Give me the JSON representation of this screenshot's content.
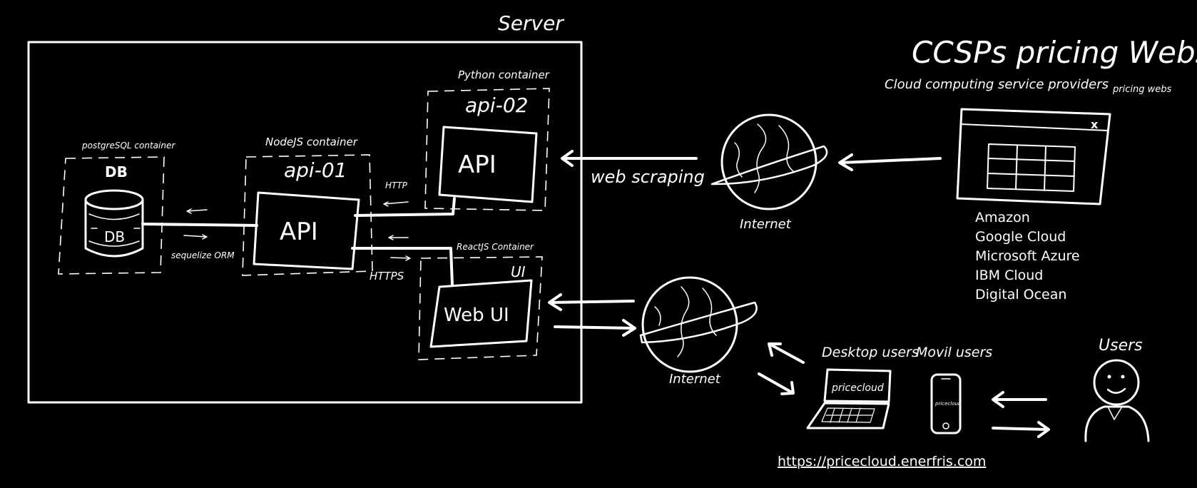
{
  "server": {
    "title": "Server"
  },
  "containers": {
    "db": {
      "caption": "postgreSQL container",
      "name": "DB",
      "inner": "DB"
    },
    "api01": {
      "caption": "NodeJS  container",
      "name": "api-01",
      "inner": "API"
    },
    "api02": {
      "caption": "Python container",
      "name": "api-02",
      "inner": "API"
    },
    "ui": {
      "caption": "ReactJS Container",
      "name": "UI",
      "inner": "Web UI"
    }
  },
  "links": {
    "orm": "sequelize ORM",
    "http": "HTTP",
    "https": "HTTPS",
    "scraping": "web scraping"
  },
  "internet": {
    "top": "Internet",
    "bottom": "Internet"
  },
  "ccsp": {
    "title": "CCSPs pricing Webs",
    "subtitle": "Cloud computing service providers",
    "subtitle_end": "pricing webs",
    "close_icon": "x",
    "providers": [
      "Amazon",
      "Google Cloud",
      "Microsoft Azure",
      "IBM Cloud",
      "Digital Ocean"
    ]
  },
  "users": {
    "desktop": "Desktop users",
    "mobile": "Movil users",
    "users": "Users",
    "laptop_screen": "pricecloud",
    "phone_screen": "pricecloud"
  },
  "url": "https://pricecloud.enerfris.com"
}
